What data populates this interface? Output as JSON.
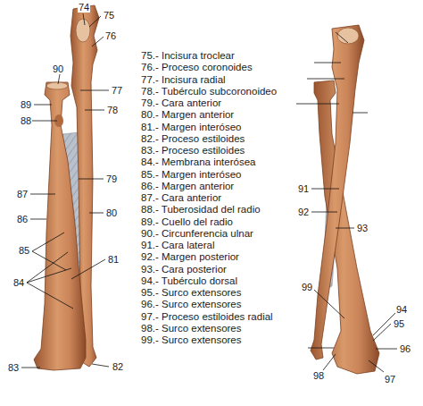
{
  "diagram": {
    "labels": [
      "74",
      "75",
      "76",
      "90",
      "77",
      "89",
      "78",
      "88",
      "87",
      "79",
      "86",
      "80",
      "85",
      "81",
      "84",
      "83",
      "82",
      "75.- Incisura troclear",
      "76.- Proceso coronoides",
      "77.- Incisura radial",
      "78.- Tubérculo subcoronoideo",
      "79.- Cara anterior",
      "80.- Margen anterior",
      "81.- Margen interóseo",
      "82.- Proceso estiloides",
      "83.- Proceso estiloides",
      "84.- Membrana interósea",
      "85.- Margen interóseo",
      "86.- Margen anterior",
      "87.- Cara anterior",
      "88.- Tuberosidad del radio",
      "89.- Cuello del radio",
      "90.- Circunferencia ulnar",
      "91.- Cara lateral",
      "92.- Margen posterior",
      "93.- Cara posterior",
      "94.- Tubérculo dorsal",
      "95.- Surco extensores",
      "96.- Surco extensores",
      "97.- Proceso estiloides radial",
      "98.- Surco extensores",
      "99.- Surco extensores",
      "91",
      "92",
      "93",
      "99",
      "94",
      "95",
      "96",
      "98",
      "97"
    ]
  }
}
